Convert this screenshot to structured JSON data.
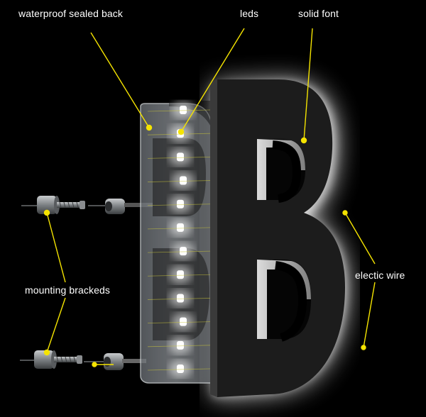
{
  "labels": {
    "waterproof_sealed_back": "waterproof sealed back",
    "leds": "leds",
    "solid_font": "solid font",
    "mounting_brackets": "mounting brackeds",
    "electric_wire": "electic wire"
  },
  "letter": "B",
  "colors": {
    "background": "#000000",
    "callout_line": "#f5e400",
    "glow": "#ffffff",
    "letter_face": "#1b1b1b",
    "acrylic_back": "#9aa0a6"
  },
  "led_count": 12
}
